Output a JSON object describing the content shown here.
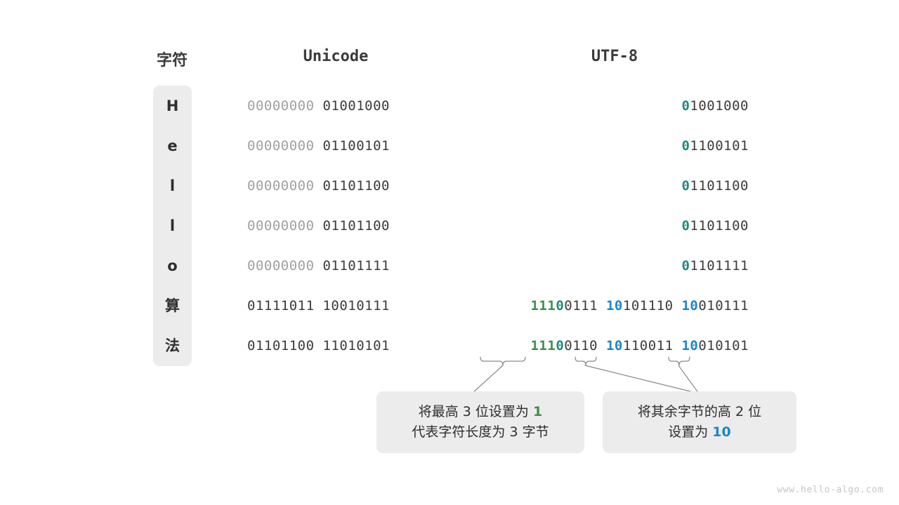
{
  "headers": {
    "character": "字符",
    "unicode": "Unicode",
    "utf8": "UTF-8"
  },
  "colors": {
    "panel_bg": "#ececec",
    "dim_byte": "#a0a0a0",
    "dark_byte": "#3b3b3b",
    "teal_prefix": "#1d8a7e",
    "green_prefix": "#3f8f4a",
    "blue_prefix": "#1b85cc",
    "connector": "#8a8a8a"
  },
  "rows": [
    {
      "char": "H",
      "unicode": {
        "hi": "00000000",
        "lo": "01001000"
      },
      "utf8": [
        {
          "prefix": "0",
          "prefix_color": "teal",
          "rest": "1001000"
        }
      ]
    },
    {
      "char": "e",
      "unicode": {
        "hi": "00000000",
        "lo": "01100101"
      },
      "utf8": [
        {
          "prefix": "0",
          "prefix_color": "teal",
          "rest": "1100101"
        }
      ]
    },
    {
      "char": "l",
      "unicode": {
        "hi": "00000000",
        "lo": "01101100"
      },
      "utf8": [
        {
          "prefix": "0",
          "prefix_color": "teal",
          "rest": "1101100"
        }
      ]
    },
    {
      "char": "l",
      "unicode": {
        "hi": "00000000",
        "lo": "01101100"
      },
      "utf8": [
        {
          "prefix": "0",
          "prefix_color": "teal",
          "rest": "1101100"
        }
      ]
    },
    {
      "char": "o",
      "unicode": {
        "hi": "00000000",
        "lo": "01101111"
      },
      "utf8": [
        {
          "prefix": "0",
          "prefix_color": "teal",
          "rest": "1101111"
        }
      ]
    },
    {
      "char": "算",
      "unicode": {
        "hi": "01111011",
        "lo": "10010111"
      },
      "utf8": [
        {
          "prefix": "111",
          "prefix_color": "green",
          "prefix2": "0",
          "prefix2_color": "teal",
          "rest": "0111"
        },
        {
          "prefix": "10",
          "prefix_color": "blue",
          "rest": "101110"
        },
        {
          "prefix": "10",
          "prefix_color": "blue",
          "rest": "010111"
        }
      ]
    },
    {
      "char": "法",
      "unicode": {
        "hi": "01101100",
        "lo": "11010101"
      },
      "utf8": [
        {
          "prefix": "111",
          "prefix_color": "green",
          "prefix2": "0",
          "prefix2_color": "teal",
          "rest": "0110"
        },
        {
          "prefix": "10",
          "prefix_color": "blue",
          "rest": "110011"
        },
        {
          "prefix": "10",
          "prefix_color": "blue",
          "rest": "010101"
        }
      ]
    }
  ],
  "notes": {
    "left": {
      "line1_pre": "将最高 3 位设置为 ",
      "line1_hl": "1",
      "line2": "代表字符长度为 3 字节"
    },
    "right": {
      "line1": "将其余字节的高 2 位",
      "line2_pre": "设置为 ",
      "line2_hl": "10"
    }
  },
  "watermark": "www.hello-algo.com"
}
